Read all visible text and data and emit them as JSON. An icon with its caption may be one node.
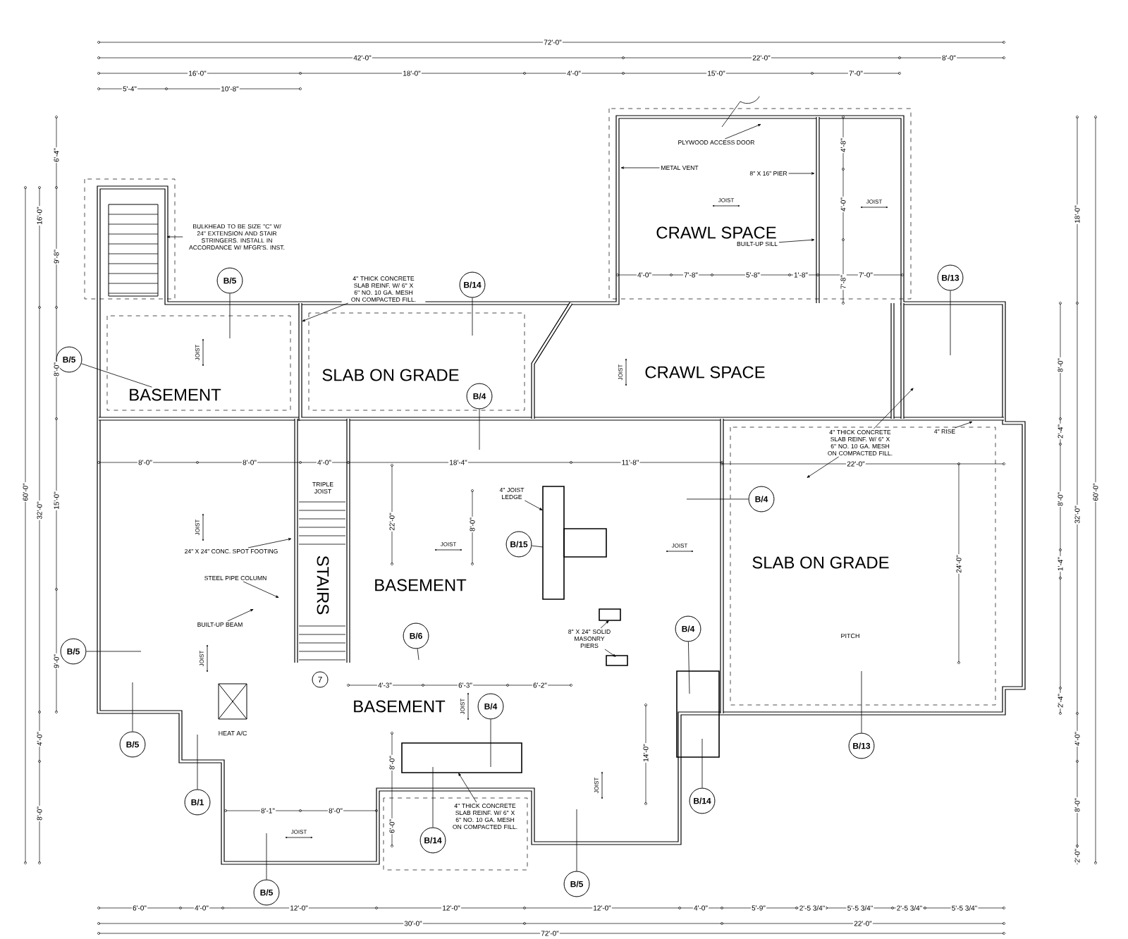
{
  "diagram": {
    "nodes": [
      {
        "text": [
          "BASEMENT"
        ]
      },
      {
        "text": [
          "SLAB ON GRADE"
        ]
      },
      {
        "text": [
          "CRAWL SPACE"
        ]
      },
      {
        "text": [
          "CRAWL SPACE"
        ]
      },
      {
        "text": [
          "BASEMENT"
        ]
      },
      {
        "text": [
          "STAIRS"
        ]
      },
      {
        "text": [
          "SLAB ON GRADE"
        ]
      },
      {
        "text": [
          "BASEMENT"
        ]
      },
      {
        "text": [
          "B/5"
        ]
      },
      {
        "text": [
          "B/14"
        ]
      },
      {
        "text": [
          "B/13"
        ]
      },
      {
        "text": [
          "B/5"
        ]
      },
      {
        "text": [
          "B/4"
        ]
      },
      {
        "text": [
          "B/15"
        ]
      },
      {
        "text": [
          "B/4"
        ]
      },
      {
        "text": [
          "B/6"
        ]
      },
      {
        "text": [
          "B/4"
        ]
      },
      {
        "text": [
          "B/5"
        ]
      },
      {
        "text": [
          "B/4"
        ]
      },
      {
        "text": [
          "B/5"
        ]
      },
      {
        "text": [
          "B/13"
        ]
      },
      {
        "text": [
          "B/1"
        ]
      },
      {
        "text": [
          "B/14"
        ]
      },
      {
        "text": [
          "B/14"
        ]
      },
      {
        "text": [
          "B/5"
        ]
      },
      {
        "text": [
          "B/5"
        ]
      },
      {
        "text": [
          "7"
        ]
      },
      {
        "text": [
          "BULKHEAD TO BE SIZE \"C\" W/ 24\" EXTENSION AND STAIR STRINGERS. INSTALL IN ACCORDANCE W/ MFGR'S. INST."
        ]
      },
      {
        "text": [
          "4\" THICK CONCRETE SLAB REINF. W/ 6\" X 6\" NO. 10 GA. MESH ON COMPACTED FILL."
        ]
      },
      {
        "text": [
          "4\" THICK CONCRETE SLAB REINF. W/ 6\" X 6\" NO. 10 GA. MESH ON COMPACTED FILL."
        ]
      },
      {
        "text": [
          "4\" THICK CONCRETE SLAB REINF. W/ 6\" X 6\" NO. 10 GA. MESH ON COMPACTED FILL."
        ]
      },
      {
        "text": [
          "PLYWOOD ACCESS DOOR"
        ]
      },
      {
        "text": [
          "METAL VENT"
        ]
      },
      {
        "text": [
          "8\" X 16\" PIER"
        ]
      },
      {
        "text": [
          "BUILT-UP SILL"
        ]
      },
      {
        "text": [
          "4\" RISE"
        ]
      },
      {
        "text": [
          "TRIPLE JOIST"
        ]
      },
      {
        "text": [
          "24\" X 24\" CONC. SPOT FOOTING"
        ]
      },
      {
        "text": [
          "STEEL PIPE COLUMN"
        ]
      },
      {
        "text": [
          "BUILT-UP BEAM"
        ]
      },
      {
        "text": [
          "4\" JOIST LEDGE"
        ]
      },
      {
        "text": [
          "8\" X 24\" SOLID MASONRY PIERS"
        ]
      }
    ],
    "edges": [
      {
        "from": 8,
        "to": null,
        "arrow": "none"
      },
      {
        "from": 9,
        "to": null,
        "arrow": "none"
      },
      {
        "from": 10,
        "to": null,
        "arrow": "none"
      },
      {
        "from": 11,
        "to": 0,
        "arrow": "none"
      },
      {
        "from": 12,
        "to": null,
        "arrow": "none"
      },
      {
        "from": 13,
        "to": null,
        "arrow": "none"
      },
      {
        "from": 14,
        "to": null,
        "arrow": "none"
      },
      {
        "from": 15,
        "to": null,
        "arrow": "none"
      },
      {
        "from": 16,
        "to": null,
        "arrow": "none"
      },
      {
        "from": 17,
        "to": null,
        "arrow": "none"
      },
      {
        "from": 18,
        "to": null,
        "arrow": "none"
      },
      {
        "from": 19,
        "to": null,
        "arrow": "none"
      },
      {
        "from": 20,
        "to": null,
        "arrow": "none"
      },
      {
        "from": 21,
        "to": null,
        "arrow": "none"
      },
      {
        "from": 22,
        "to": null,
        "arrow": "none"
      },
      {
        "from": 23,
        "to": null,
        "arrow": "none"
      },
      {
        "from": 24,
        "to": null,
        "arrow": "none"
      },
      {
        "from": 25,
        "to": null,
        "arrow": "none"
      },
      {
        "from": 27,
        "to": null,
        "arrow": "to"
      },
      {
        "from": 28,
        "to": null,
        "arrow": "to"
      },
      {
        "from": 29,
        "to": null,
        "arrow": "to"
      },
      {
        "from": 29,
        "to": null,
        "arrow": "to"
      },
      {
        "from": 30,
        "to": null,
        "arrow": "to"
      },
      {
        "from": 31,
        "to": null,
        "arrow": "to"
      },
      {
        "from": 32,
        "to": null,
        "arrow": "to"
      },
      {
        "from": 33,
        "to": null,
        "arrow": "to"
      },
      {
        "from": 34,
        "to": null,
        "arrow": "to"
      },
      {
        "from": 35,
        "to": null,
        "arrow": "to"
      },
      {
        "from": 37,
        "to": null,
        "arrow": "to"
      },
      {
        "from": 38,
        "to": null,
        "arrow": "to"
      },
      {
        "from": 39,
        "to": null,
        "arrow": "to"
      },
      {
        "from": 40,
        "to": null,
        "arrow": "to"
      },
      {
        "from": 41,
        "to": null,
        "arrow": "to"
      },
      {
        "from": 41,
        "to": null,
        "arrow": "to"
      }
    ],
    "labels": [
      "72'-0\"",
      "42'-0\"",
      "22'-0\"",
      "8'-0\"",
      "16'-0\"",
      "18'-0\"",
      "4'-0\"",
      "15'-0\"",
      "7'-0\"",
      "5'-4\"",
      "10'-8\"",
      "6'-4\"",
      "16'-0\"",
      "9'-8\"",
      "18'-0\"",
      "4'-8\"",
      "4'-0\"",
      "7'-8\"",
      "4'-0\"",
      "7'-8\"",
      "5'-8\"",
      "1'-8\"",
      "7'-0\"",
      "8'-0\"",
      "8'-0\"",
      "2'-4\"",
      "8'-0\"",
      "8'-0\"",
      "4'-0\"",
      "18'-4\"",
      "11'-8\"",
      "22'-0\"",
      "60'-0\"",
      "32'-0\"",
      "15'-0\"",
      "60'-0\"",
      "32'-0\"",
      "8'-0\"",
      "22'-0\"",
      "8'-0\"",
      "24'-0\"",
      "1'-4\"",
      "PITCH",
      "9'-0\"",
      "4'-3\"",
      "6'-3\"",
      "6'-2\"",
      "2'-4\"",
      "HEAT A/C",
      "4'-0\"",
      "4'-0\"",
      "14'-0\"",
      "8'-0\"",
      "8'-1\"",
      "8'-0\"",
      "8'-0\"",
      "8'-0\"",
      "6'-0\"",
      "2'-0\"",
      "6'-0\"",
      "4'-0\"",
      "12'-0\"",
      "12'-0\"",
      "12'-0\"",
      "4'-0\"",
      "5'-9\"",
      "2'-5 3/4\"",
      "5'-5 3/4\"",
      "2'-5 3/4\"",
      "5'-5 3/4\"",
      "30'-0\"",
      "22'-0\"",
      "72'-0\"",
      "JOIST",
      "JOIST",
      "JOIST",
      "JOIST",
      "JOIST",
      "JOIST",
      "JOIST",
      "JOIST",
      "JOIST",
      "JOIST",
      "JOIST"
    ]
  }
}
